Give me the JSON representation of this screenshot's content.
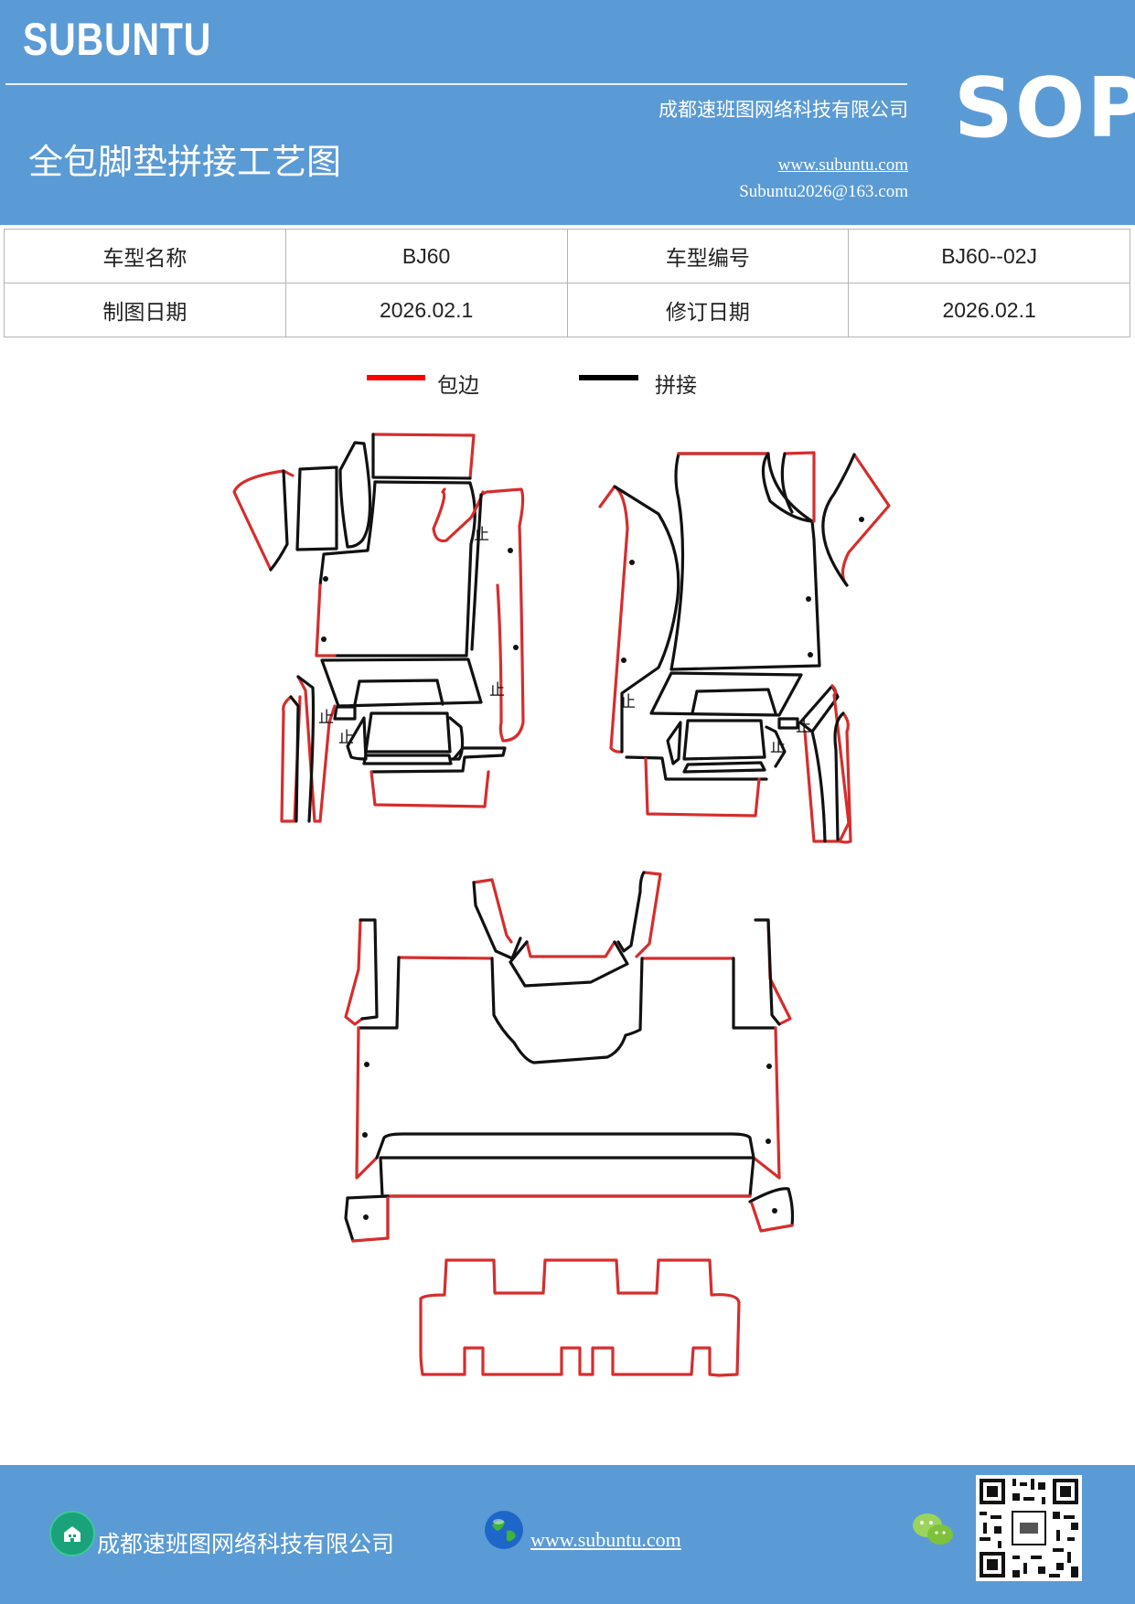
{
  "header": {
    "logo": "SUBUNTU",
    "company": "成都速班图网络科技有限公司",
    "title": "全包脚垫拼接工艺图",
    "website": "www.subuntu.com",
    "email": "Subuntu2026@163.com",
    "badge": "SOP",
    "bg_color": "#5b9bd5"
  },
  "info_table": {
    "row1": {
      "label_a": "车型名称",
      "value_a": "BJ60",
      "label_b": "车型编号",
      "value_b": "BJ60--02J"
    },
    "row2": {
      "label_a": "制图日期",
      "value_a": "2026.02.1",
      "label_b": "修订日期",
      "value_b": "2026.02.1"
    }
  },
  "legend": {
    "edge_label": "包边",
    "edge_color": "#ff0000",
    "join_label": "拼接",
    "join_color": "#000000"
  },
  "drawing": {
    "stop_mark": "止"
  },
  "footer": {
    "company": "成都速班图网络科技有限公司",
    "website": "www.subuntu.com",
    "icons": [
      "building-icon",
      "globe-icon",
      "wechat-icon",
      "qr-code"
    ]
  }
}
